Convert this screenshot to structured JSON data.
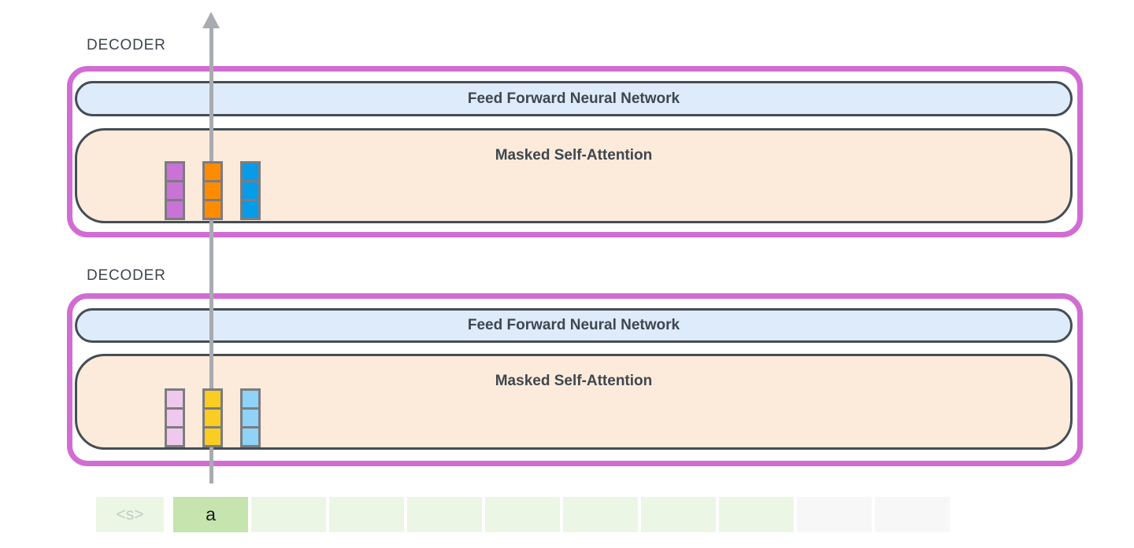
{
  "decoders": [
    {
      "label": "DECODER",
      "ffnn_label": "Feed Forward Neural Network",
      "attention_label": "Masked Self-Attention",
      "vector_colors": [
        "#C973D6",
        "#FF8C00",
        "#089BE8"
      ],
      "vector_cells_per_column": 3
    },
    {
      "label": "DECODER",
      "ffnn_label": "Feed Forward Neural Network",
      "attention_label": "Masked Self-Attention",
      "vector_colors": [
        "#EFC9ED",
        "#F9CD21",
        "#8FD3F8"
      ],
      "vector_cells_per_column": 3
    }
  ],
  "token_strip": {
    "cells": [
      {
        "label": "<s>",
        "state": "start"
      },
      {
        "label": "a",
        "state": "active"
      },
      {
        "label": "",
        "state": "empty"
      },
      {
        "label": "",
        "state": "empty"
      },
      {
        "label": "",
        "state": "empty"
      },
      {
        "label": "",
        "state": "empty"
      },
      {
        "label": "",
        "state": "empty"
      },
      {
        "label": "",
        "state": "empty"
      },
      {
        "label": "",
        "state": "empty"
      },
      {
        "label": "",
        "state": "placeholder"
      },
      {
        "label": "",
        "state": "placeholder"
      }
    ]
  },
  "colors": {
    "decoder_border": "#D16CD3",
    "block_border": "#454D55",
    "ffnn_fill": "#DEEBFA",
    "attention_fill": "#FCEBDA",
    "label_text": "#3E4650",
    "arrow": "#A8ABAF",
    "vector_border": "#7C7C80",
    "token_green": "#ECF6E4",
    "token_active": "#C6E4AD",
    "token_gray": "#F7F7F7",
    "token_start_text": "#C3CCC3"
  }
}
